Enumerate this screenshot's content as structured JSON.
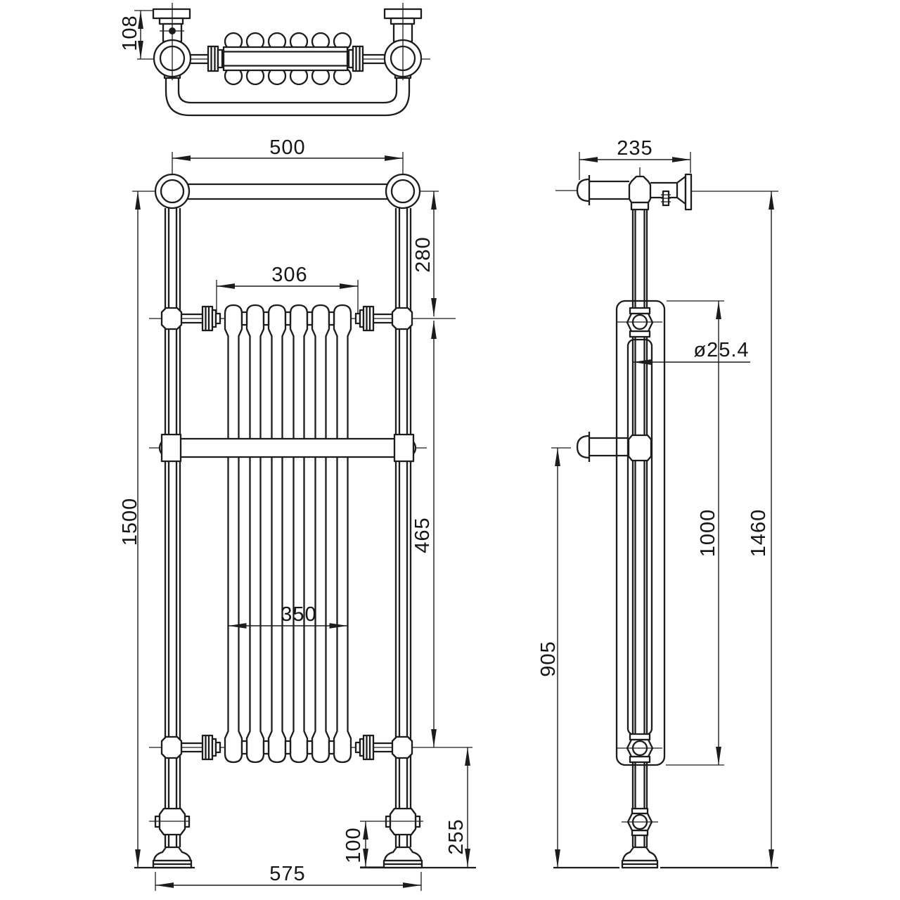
{
  "colors": {
    "background": "#ffffff",
    "line": "#1c1c1c",
    "text": "#151515"
  },
  "views": {
    "top": {
      "dims": {
        "wall_to_rail": "108"
      }
    },
    "front": {
      "dims": {
        "rail_centres_width": "500",
        "rail_to_radiator_top": "280",
        "radiator_connection_width": "306",
        "overall_height": "1500",
        "radiator_connection_height": "465",
        "radiator_columns_width": "350",
        "wall_stay_to_floor": "100",
        "bottom_connection_to_floor": "255",
        "overall_width": "575"
      }
    },
    "side": {
      "dims": {
        "depth_wall_to_rail_end": "235",
        "tube_diameter": "ø25.4",
        "radiator_section_height": "1000",
        "towel_bar_height": "905",
        "overall_height": "1460"
      }
    }
  }
}
